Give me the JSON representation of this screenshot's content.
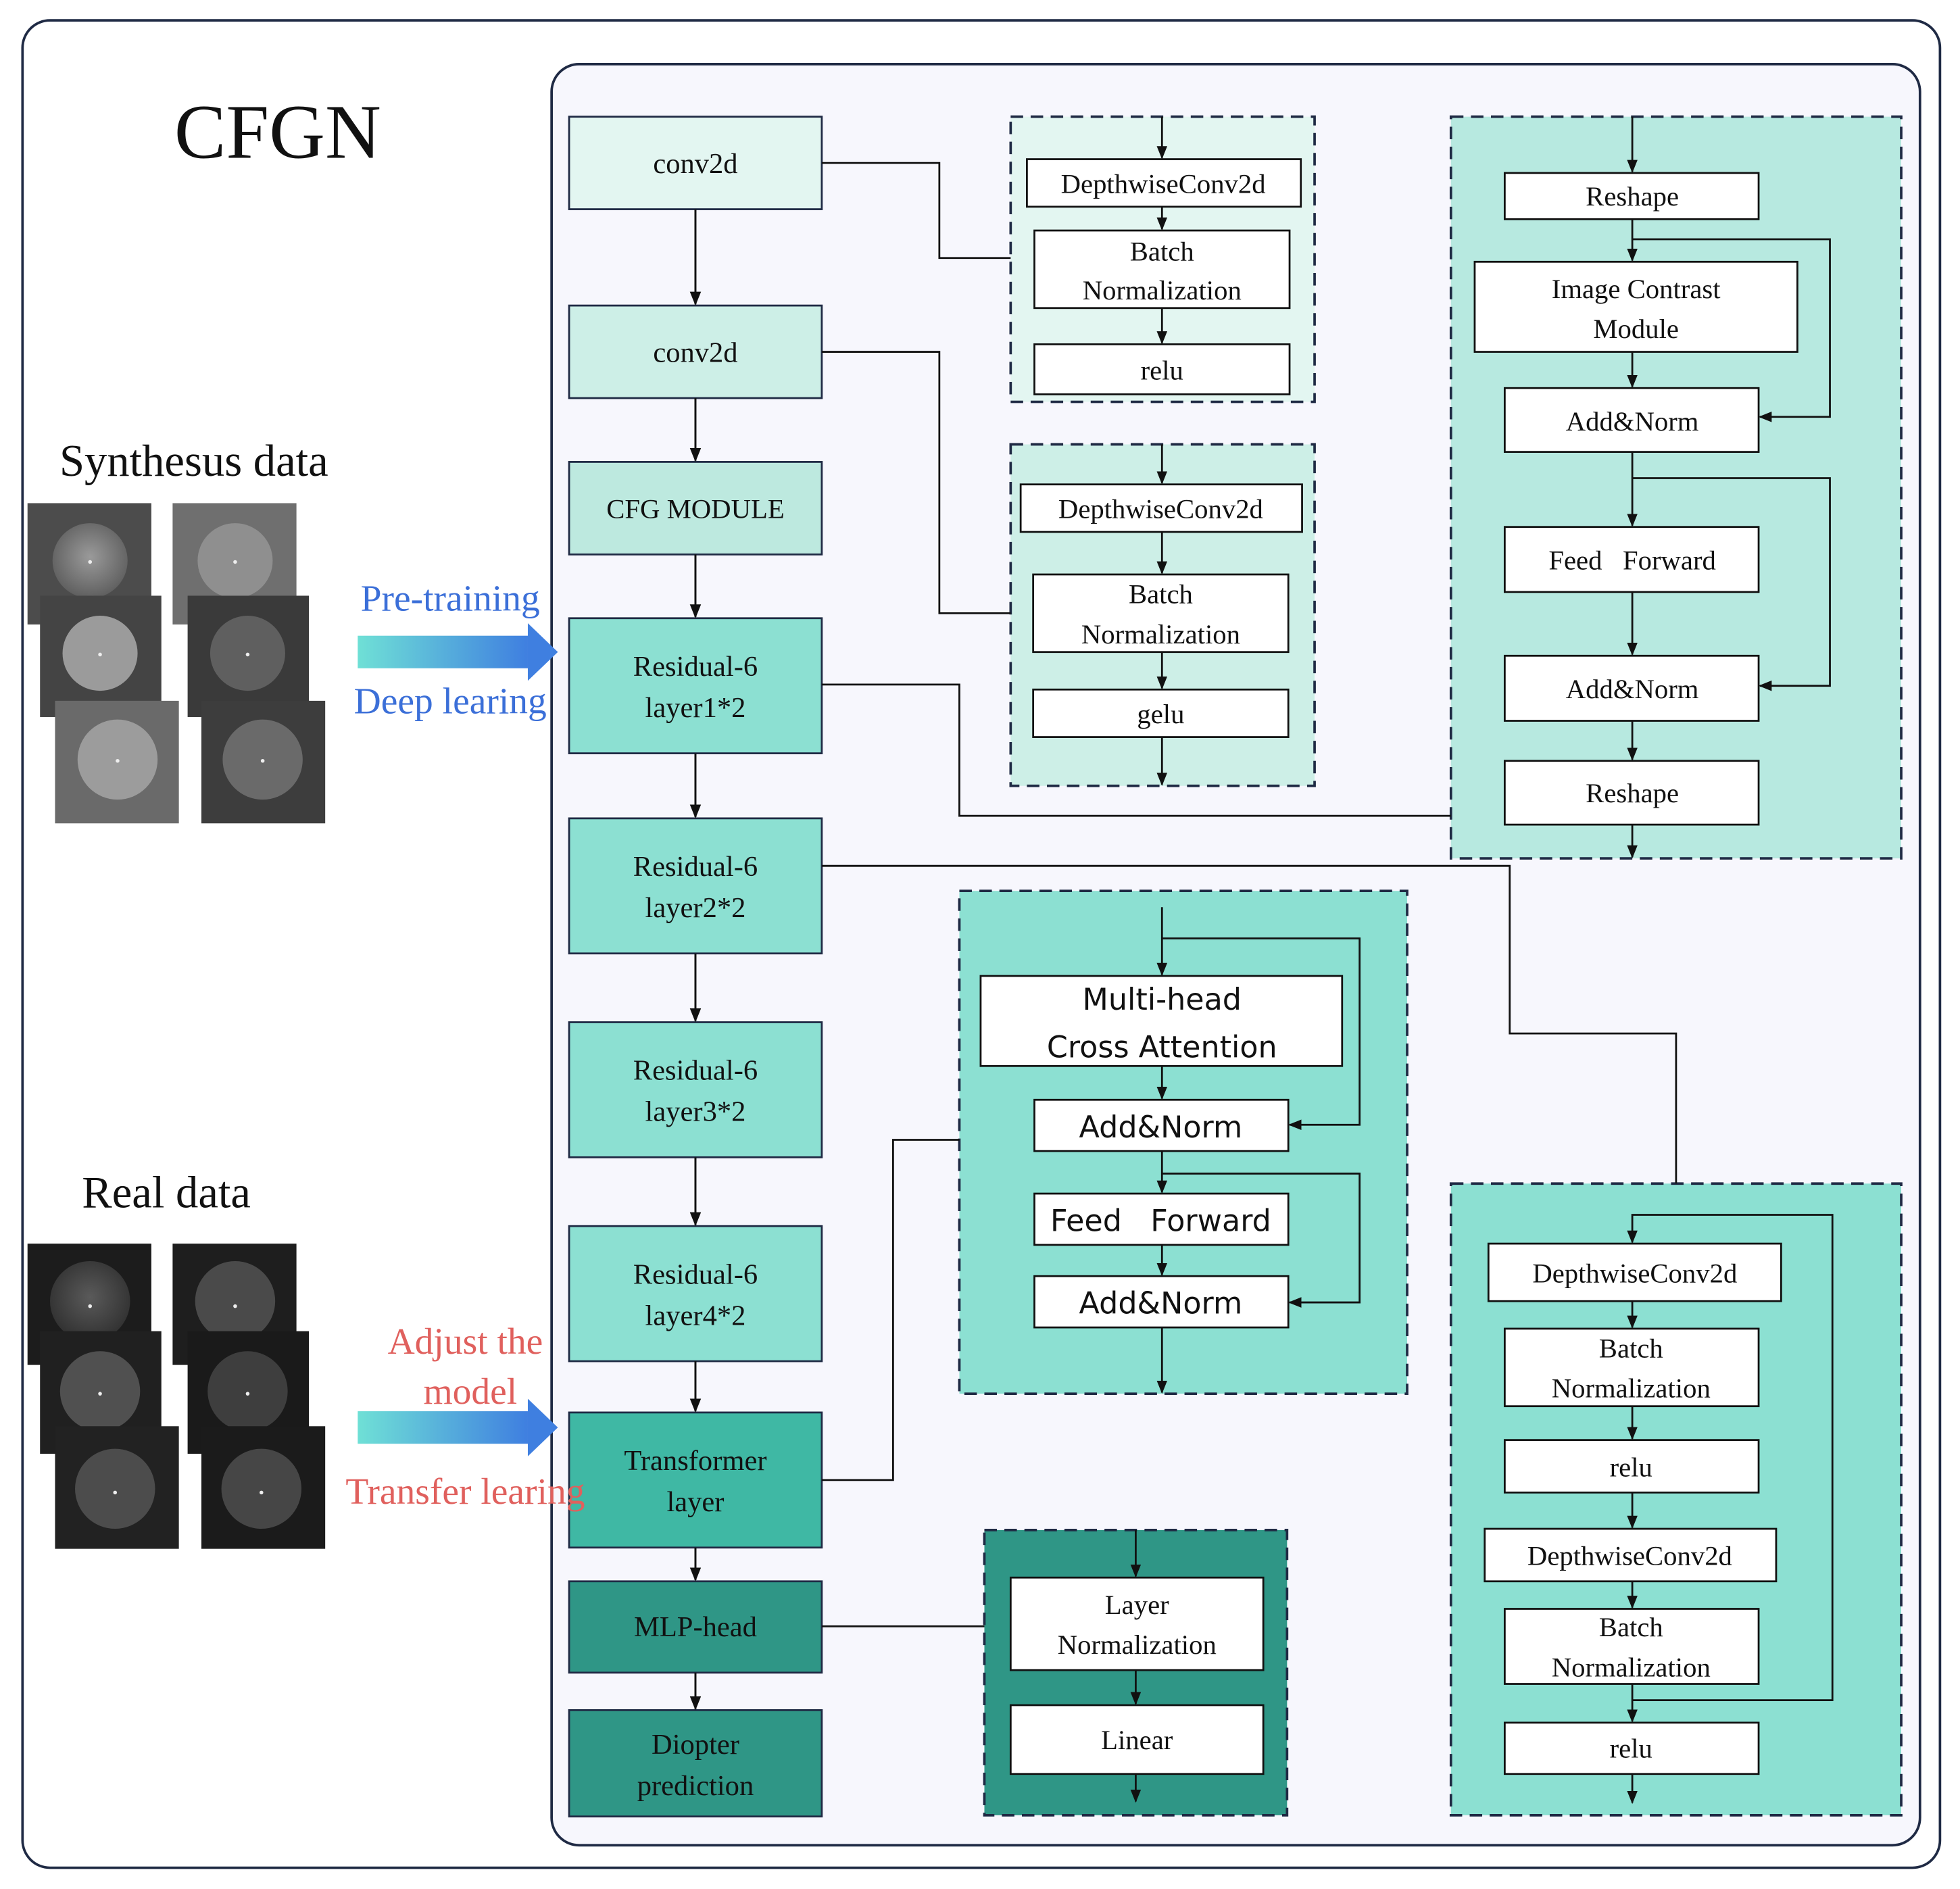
{
  "title": "CFGN",
  "left": {
    "synth_label": "Synthesus data",
    "pretrain_label": "Pre-training",
    "deep_label": "Deep learing",
    "real_label": "Real data",
    "adjust_label_1": "Adjust the",
    "adjust_label_2": "model",
    "transfer_label": "Transfer learing"
  },
  "main": {
    "conv1": "conv2d",
    "conv2": "conv2d",
    "cfg": "CFG MODULE",
    "res1_a": "Residual-6",
    "res1_b": "layer1*2",
    "res2_a": "Residual-6",
    "res2_b": "layer2*2",
    "res3_a": "Residual-6",
    "res3_b": "layer3*2",
    "res4_a": "Residual-6",
    "res4_b": "layer4*2",
    "trans_a": "Transformer",
    "trans_b": "layer",
    "mlp": "MLP-head",
    "diop_a": "Diopter",
    "diop_b": "prediction"
  },
  "conv_block_1": {
    "dw": "DepthwiseConv2d",
    "bn_a": "Batch",
    "bn_b": "Normalization",
    "act": "relu"
  },
  "conv_block_2": {
    "dw": "DepthwiseConv2d",
    "bn_a": "Batch",
    "bn_b": "Normalization",
    "act": "gelu"
  },
  "contrast_block": {
    "reshape_in": "Reshape",
    "icm_a": "Image Contrast",
    "icm_b": "Module",
    "addnorm_1": "Add&Norm",
    "ff": "Feed   Forward",
    "addnorm_2": "Add&Norm",
    "reshape_out": "Reshape"
  },
  "attention_block": {
    "mhca_a": "Multi-head",
    "mhca_b": "Cross Attention",
    "addnorm_1": "Add&Norm",
    "ff": "Feed   Forward",
    "addnorm_2": "Add&Norm"
  },
  "residual_block": {
    "dw1": "DepthwiseConv2d",
    "bn1_a": "Batch",
    "bn1_b": "Normalization",
    "relu1": "relu",
    "dw2": "DepthwiseConv2d",
    "bn2_a": "Batch",
    "bn2_b": "Normalization",
    "relu2": "relu"
  },
  "mlp_block": {
    "ln_a": "Layer",
    "ln_b": "Normalization",
    "linear": "Linear"
  },
  "colors": {
    "c1": "#e3f6f1",
    "c2": "#cdefe7",
    "c3": "#bde9df",
    "c4": "#8ce0d2",
    "c5": "#3fb8a4",
    "c6": "#2f9686",
    "panel_bg": "#f7f7fd",
    "edge": "#1f2a44",
    "blue": "#3b6fd8",
    "red": "#e0605d"
  }
}
